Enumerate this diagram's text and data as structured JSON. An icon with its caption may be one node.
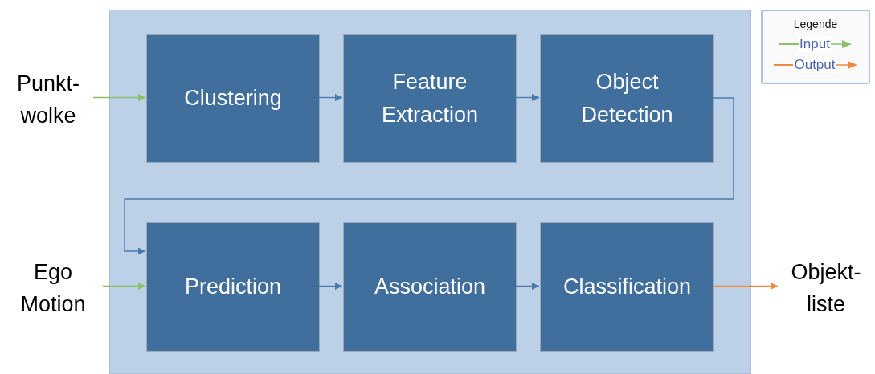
{
  "diagram": {
    "nodes": [
      {
        "text": [],
        "shape": "box"
      },
      {
        "text": [
          "Clustering"
        ],
        "in": 0
      },
      {
        "text": [
          "Feature Extraction"
        ],
        "in": 0
      },
      {
        "text": [
          "Object Detection"
        ],
        "in": 0
      },
      {
        "text": [
          "Prediction"
        ],
        "in": 0
      },
      {
        "text": [
          "Association"
        ],
        "in": 0
      },
      {
        "text": [
          "Classification"
        ],
        "in": 0
      },
      {
        "text": [
          "Punkt- wolke"
        ]
      },
      {
        "text": [
          "Ego Motion"
        ]
      },
      {
        "text": [
          "Objekt- liste"
        ]
      }
    ],
    "edges": [
      {
        "from": 7,
        "to": 1,
        "arrow": "to",
        "color": "#8cc068"
      },
      {
        "from": 1,
        "to": 2,
        "arrow": "to"
      },
      {
        "from": 2,
        "to": 3,
        "arrow": "to"
      },
      {
        "from": 3,
        "to": 4,
        "arrow": "to"
      },
      {
        "from": 8,
        "to": 4,
        "arrow": "to",
        "color": "#8cc068"
      },
      {
        "from": 4,
        "to": 5,
        "arrow": "to"
      },
      {
        "from": 5,
        "to": 6,
        "arrow": "to"
      },
      {
        "from": 6,
        "to": 9,
        "arrow": "to",
        "color": "#f08a3c"
      }
    ],
    "labels": [
      "Legende"
    ],
    "legend": [
      {
        "text": "Input",
        "color": "#8cc068"
      },
      {
        "text": "Output",
        "color": "#f08a3c"
      }
    ]
  }
}
